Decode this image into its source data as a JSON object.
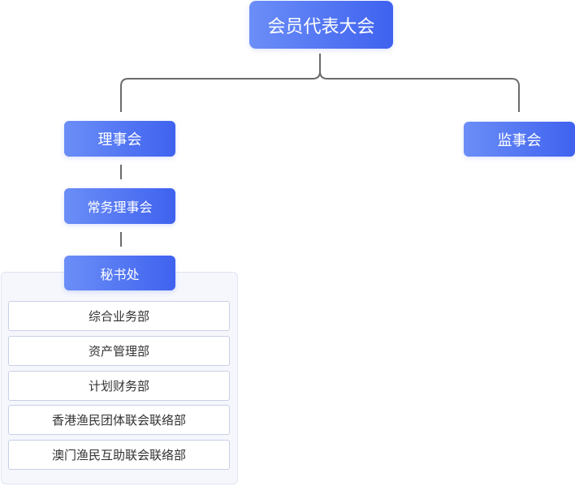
{
  "chart": {
    "root": {
      "label": "会员代表大会"
    },
    "board": {
      "label": "理事会"
    },
    "supervisory": {
      "label": "监事会"
    },
    "standing": {
      "label": "常务理事会"
    },
    "secretariat": {
      "label": "秘书处"
    },
    "departments": [
      {
        "label": "综合业务部"
      },
      {
        "label": "资产管理部"
      },
      {
        "label": "计划财务部"
      },
      {
        "label": "香港渔民团体联会联络部"
      },
      {
        "label": "澳门渔民互助联会联络部"
      }
    ]
  },
  "colors": {
    "node_gradient_start": "#6b8ef7",
    "node_gradient_end": "#3f62ef",
    "connector": "#666666",
    "panel_background": "#f5f7fc",
    "panel_border": "#dfe4f0",
    "dept_border": "#c8d0e6",
    "dept_text": "#333333"
  }
}
